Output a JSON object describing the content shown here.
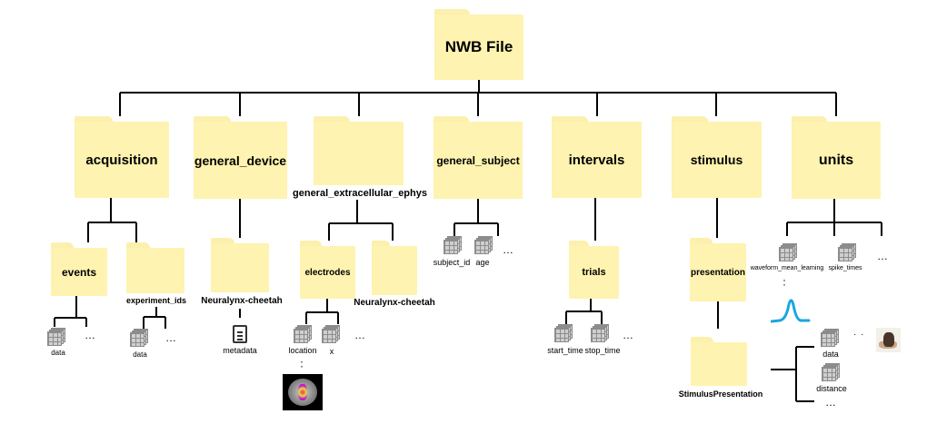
{
  "root": {
    "title": "NWB File"
  },
  "groups": {
    "acquisition": "acquisition",
    "general_device": "general_device",
    "general_extracellular_ephys": "general_extracellular_ephys",
    "general_subject": "general_subject",
    "intervals": "intervals",
    "stimulus": "stimulus",
    "units": "units"
  },
  "acquisition": {
    "events": "events",
    "experiment_ids": "experiment_ids",
    "events_data": "data",
    "experiment_ids_data": "data"
  },
  "general_device": {
    "device": "Neuralynx-cheetah",
    "metadata": "metadata"
  },
  "general_extracellular_ephys": {
    "electrodes": "electrodes",
    "device": "Neuralynx-cheetah",
    "location": "location",
    "x": "x"
  },
  "general_subject": {
    "subject_id": "subject_id",
    "age": "age"
  },
  "intervals": {
    "trials": "trials",
    "start_time": "start_time",
    "stop_time": "stop_time"
  },
  "stimulus": {
    "presentation": "presentation",
    "stimulus_presentation": "StimulusPresentation",
    "data": "data",
    "distance": "distance"
  },
  "units": {
    "waveform_mean_learning": "waveform_mean_learning",
    "spike_times": "spike_times"
  },
  "ellipsis": "…",
  "colors": {
    "folder": "#fef3b0",
    "line": "#000000",
    "waveform": "#1aa6e0"
  }
}
